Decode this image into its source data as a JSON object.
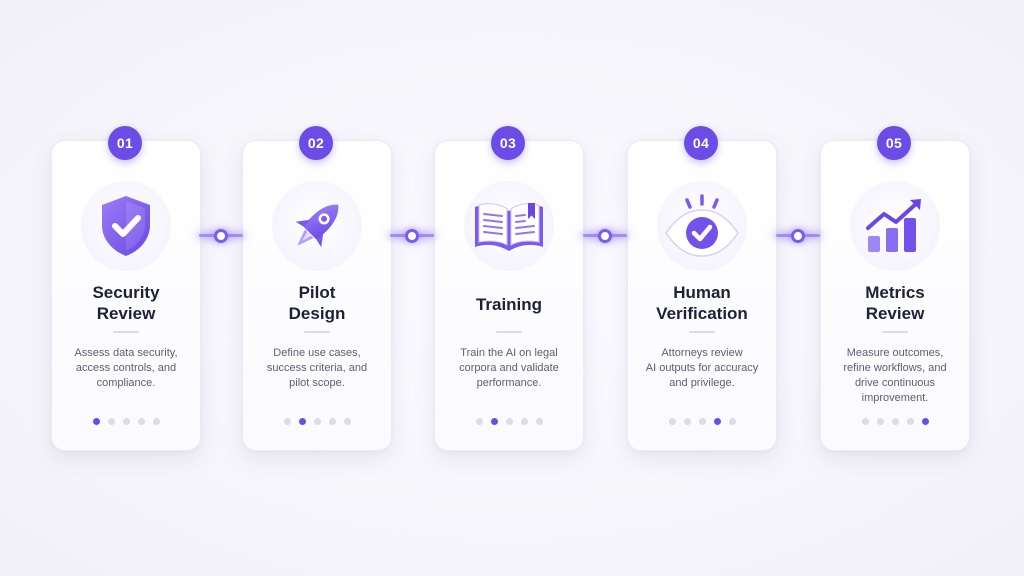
{
  "colors": {
    "accent": "#6b4ce6",
    "accent_light": "#a48cf5",
    "title": "#1d2135",
    "body": "#5b5e70",
    "dot_inactive": "#dcdbe6"
  },
  "steps": [
    {
      "number": "01",
      "icon": "shield-check-icon",
      "title_lines": [
        "Security",
        "Review"
      ],
      "desc_lines": [
        "Assess data security,",
        "access controls, and",
        "compliance."
      ],
      "active_dot": 1
    },
    {
      "number": "02",
      "icon": "rocket-icon",
      "title_lines": [
        "Pilot",
        "Design"
      ],
      "desc_lines": [
        "Define use cases,",
        "success criteria, and",
        "pilot scope."
      ],
      "active_dot": 2
    },
    {
      "number": "03",
      "icon": "open-book-icon",
      "title_lines": [
        "Training"
      ],
      "desc_lines": [
        "Train the AI on legal",
        "corpora and validate",
        "performance."
      ],
      "active_dot": 2
    },
    {
      "number": "04",
      "icon": "eye-check-icon",
      "title_lines": [
        "Human",
        "Verification"
      ],
      "desc_lines": [
        "Attorneys review",
        "AI outputs for accuracy",
        "and privilege."
      ],
      "active_dot": 4
    },
    {
      "number": "05",
      "icon": "growth-chart-icon",
      "title_lines": [
        "Metrics",
        "Review"
      ],
      "desc_lines": [
        "Measure outcomes,",
        "refine workflows, and",
        "drive continuous",
        "improvement."
      ],
      "active_dot": 5
    }
  ]
}
